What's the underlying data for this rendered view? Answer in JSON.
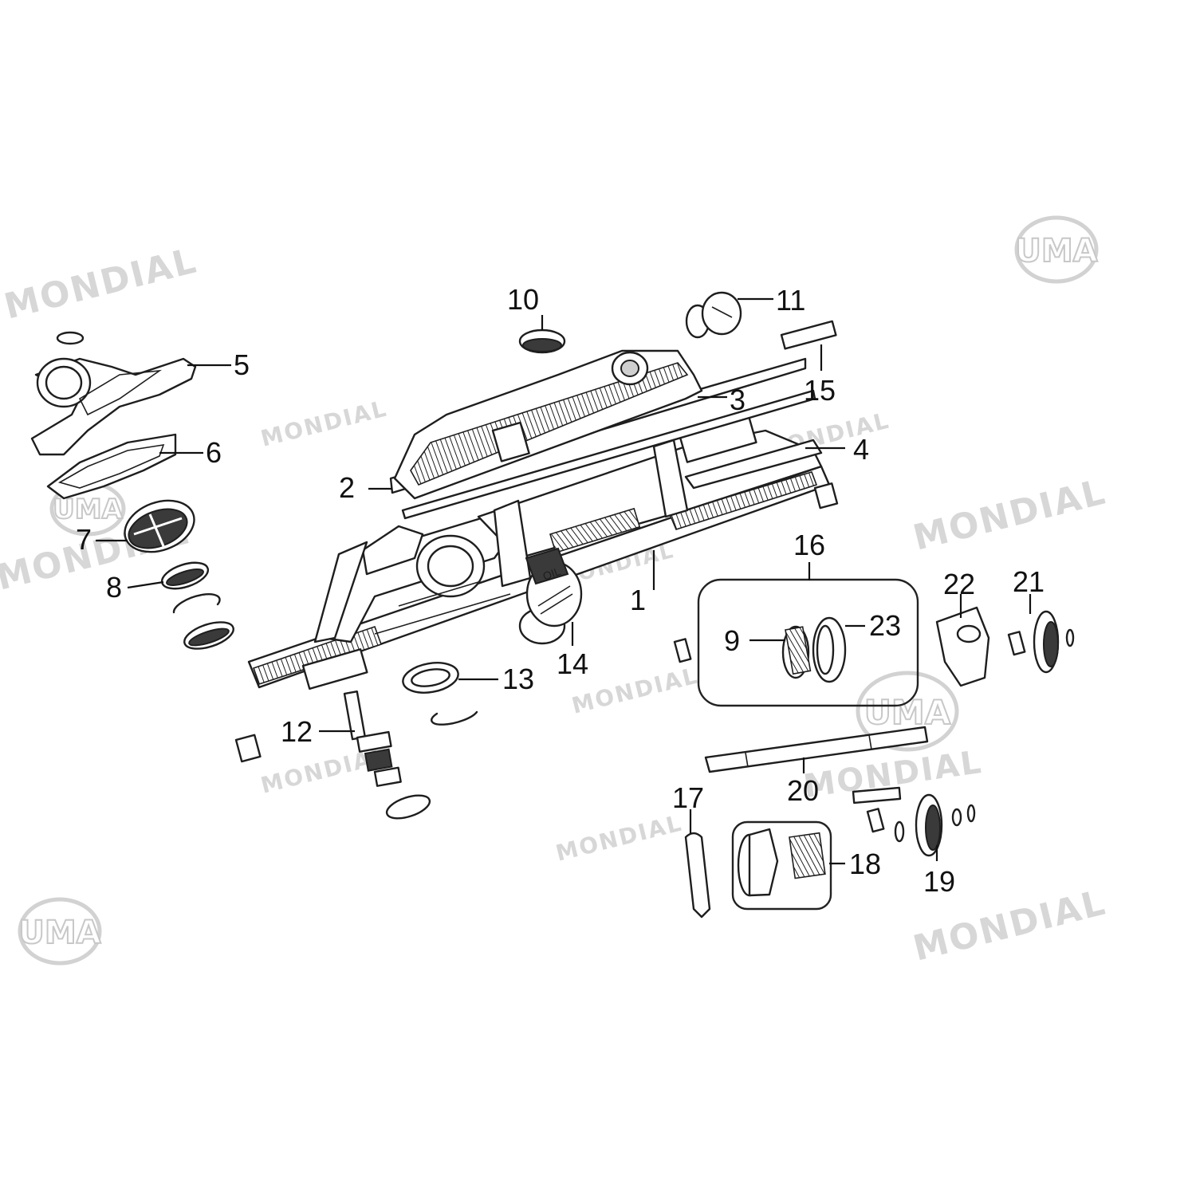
{
  "watermark": {
    "brand_text": "MONDIAL",
    "logo_text": "UMA"
  },
  "callouts": {
    "c1": "1",
    "c2": "2",
    "c3": "3",
    "c4": "4",
    "c5": "5",
    "c6": "6",
    "c7": "7",
    "c8": "8",
    "c9": "9",
    "c10": "10",
    "c11": "11",
    "c12": "12",
    "c13": "13",
    "c14": "14",
    "c15": "15",
    "c16": "16",
    "c17": "17",
    "c18": "18",
    "c19": "19",
    "c20": "20",
    "c21": "21",
    "c22": "22",
    "c23": "23"
  },
  "colors": {
    "ink": "#1e1e1e",
    "watermark": "#d7d7d7",
    "background": "#ffffff"
  }
}
